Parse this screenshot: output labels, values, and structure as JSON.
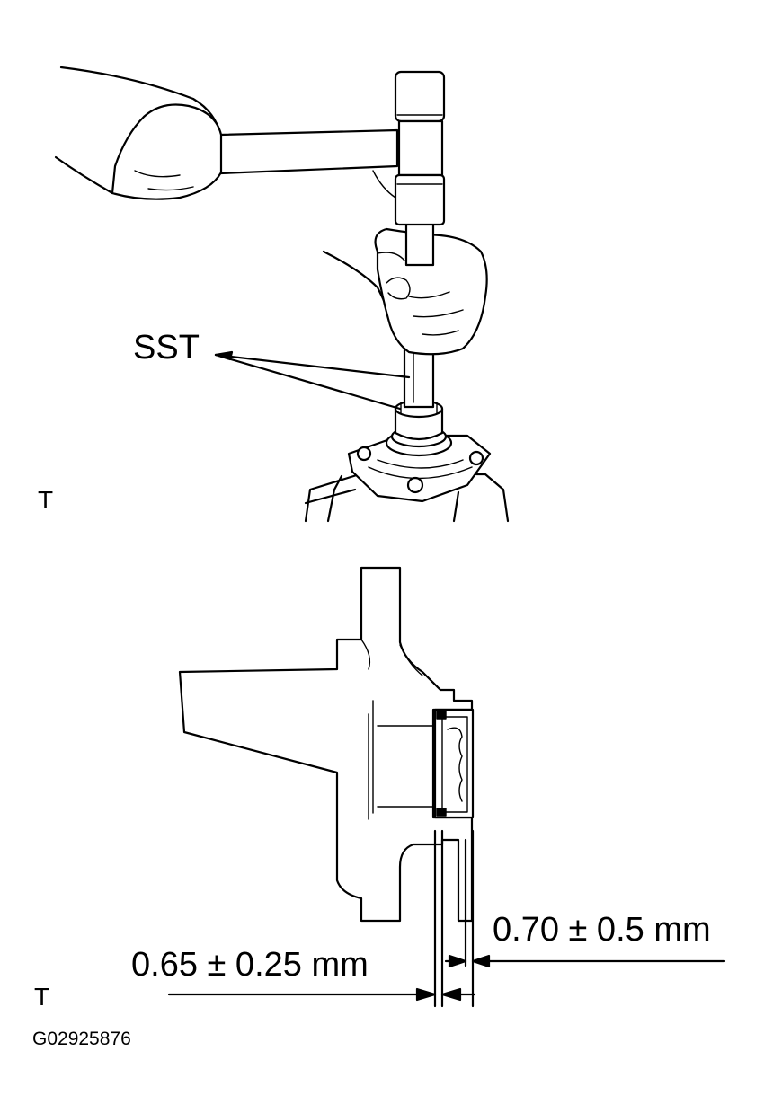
{
  "figure_top": {
    "label_sst": "SST",
    "view_marker": "T"
  },
  "figure_bottom": {
    "dimension_seal_outer": "0.70 ± 0.5 mm",
    "dimension_seal_inner": "0.65 ± 0.25 mm",
    "view_marker": "T"
  },
  "figure_id": "G02925876",
  "colors": {
    "ink": "#000000",
    "paper": "#ffffff"
  }
}
